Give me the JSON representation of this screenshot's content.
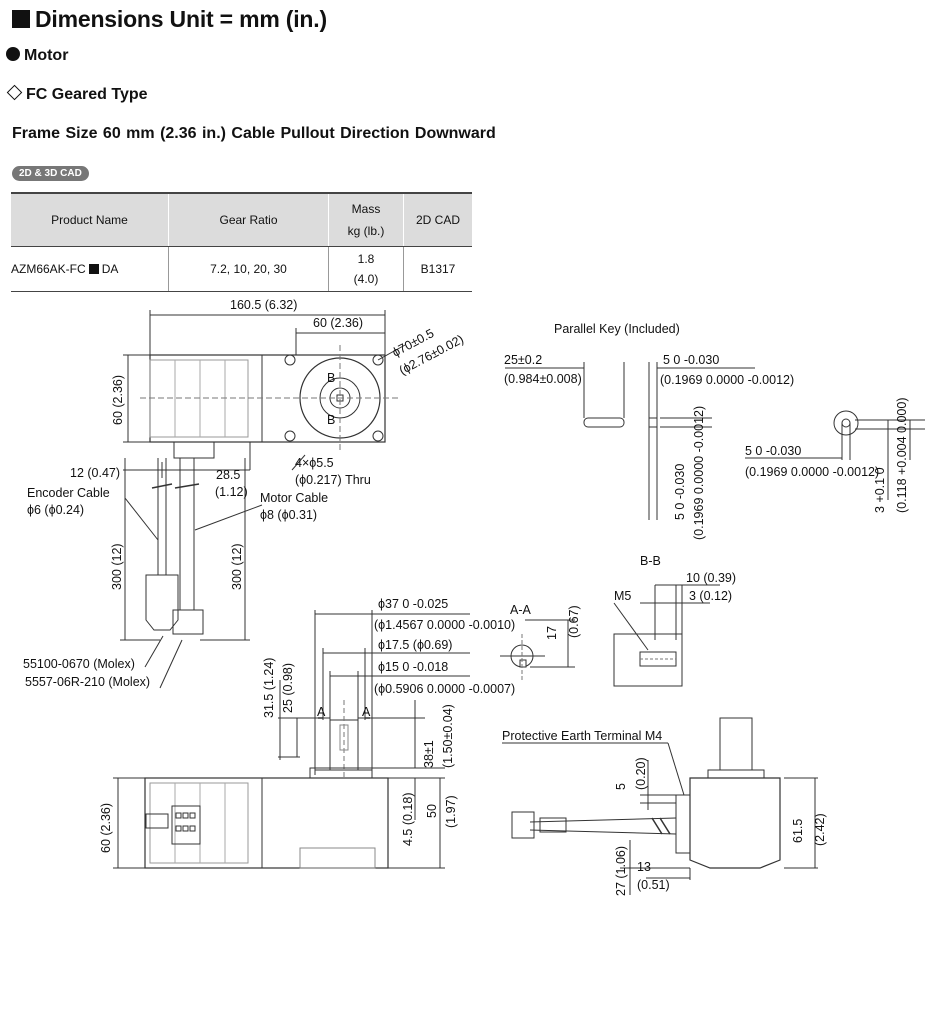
{
  "header": {
    "title": "Dimensions Unit = mm (in.)",
    "section": "Motor",
    "subsection": "FC Geared Type",
    "frame_line": "Frame Size 60 mm (2.36 in.)  Cable Pullout Direction  Downward",
    "cad_badge": "2D & 3D CAD"
  },
  "table": {
    "headers": {
      "product": "Product Name",
      "ratio": "Gear Ratio",
      "mass_1": "Mass",
      "mass_2": "kg (lb.)",
      "cad": "2D CAD"
    },
    "row": {
      "name_prefix": "AZM66AK-FC",
      "name_suffix": "DA",
      "ratio": "7.2, 10, 20, 30",
      "mass_kg": "1.8",
      "mass_lb": "(4.0)",
      "cad": "B1317"
    }
  },
  "drawing": {
    "parallel_key_title": "Parallel Key (Included)",
    "bb_title": "B-B",
    "aa_title": "A-A",
    "label_b": "B",
    "label_a": "A",
    "encoder_cable": "Encoder Cable",
    "encoder_dia": "ϕ6 (ϕ0.24)",
    "motor_cable": "Motor Cable",
    "motor_dia": "ϕ8 (ϕ0.31)",
    "molex_1": "55100-0670 (Molex)",
    "molex_2": "5557-06R-210 (Molex)",
    "pe_terminal": "Protective Earth Terminal M4",
    "m5": "M5",
    "thru_1": "4×ϕ5.5",
    "thru_2": "(ϕ0.217) Thru",
    "d_160_5": "160.5 (6.32)",
    "d_60_top": "60 (2.36)",
    "d_phi70": "ϕ70±0.5",
    "d_phi70_in": "(ϕ2.76±0.02)",
    "d_60_left": "60 (2.36)",
    "d_12": "12 (0.47)",
    "d_28_5": "28.5",
    "d_1_12": "(1.12)",
    "d_300_a": "300 (12)",
    "d_300_b": "300 (12)",
    "d_25": "25±0.2",
    "d_0_984": "(0.984±0.008)",
    "d_5a": "5 0 -0.030",
    "d_0_1969a": "(0.1969 0.0000 -0.0012)",
    "d_5b": "5 0 -0.030",
    "d_0_1969b": "(0.1969 0.0000 -0.0012)",
    "d_5c": "5 0 -0.030",
    "d_0_1969c": "(0.1969 0.0000 -0.0012)",
    "d_3": "3 +0.1 0",
    "d_0_118": "(0.118 +0.004 0.000)",
    "d_phi37": "ϕ37 0 -0.025",
    "d_phi37_in": "(ϕ1.4567 0.0000 -0.0010)",
    "d_phi17_5": "ϕ17.5 (ϕ0.69)",
    "d_phi15": "ϕ15 0 -0.018",
    "d_phi15_in": "(ϕ0.5906 0.0000 -0.0007)",
    "d_31_5": "31.5 (1.24)",
    "d_25_v": "25 (0.98)",
    "d_38": "38±1",
    "d_1_50": "(1.50±0.04)",
    "d_4_5": "4.5 (0.18)",
    "d_50": "50",
    "d_1_97": "(1.97)",
    "d_60_bottom": "60 (2.36)",
    "d_17": "17",
    "d_0_67": "(0.67)",
    "d_10": "10 (0.39)",
    "d_3_012": "3 (0.12)",
    "d_5_v": "5",
    "d_0_20": "(0.20)",
    "d_27": "27 (1.06)",
    "d_13": "13",
    "d_0_51": "(0.51)",
    "d_61_5": "61.5",
    "d_2_42": "(2.42)"
  }
}
